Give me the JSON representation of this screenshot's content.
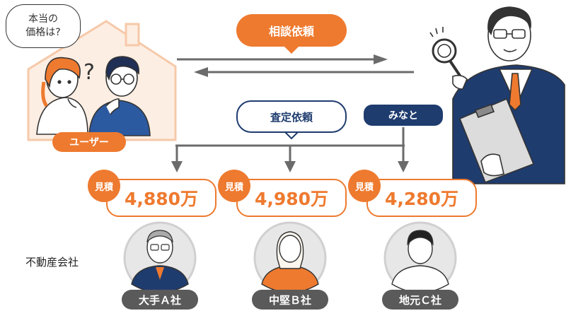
{
  "speech_bubble": {
    "line1": "本当の",
    "line2": "価格は?"
  },
  "user_label": "ユーザー",
  "consult_request": "相談依頼",
  "assessment_request": "査定依頼",
  "agent_label": "みなと",
  "estimate_badge": "見積",
  "estimates": [
    {
      "amount": "4,880万",
      "company": "大手Ａ社"
    },
    {
      "amount": "4,980万",
      "company": "中堅Ｂ社"
    },
    {
      "amount": "4,280万",
      "company": "地元Ｃ社"
    }
  ],
  "realestate_label": "不動産会社",
  "colors": {
    "accent": "#ee7a2f",
    "navy": "#1f3c6f",
    "arrow_gray": "#6b6b6b"
  }
}
